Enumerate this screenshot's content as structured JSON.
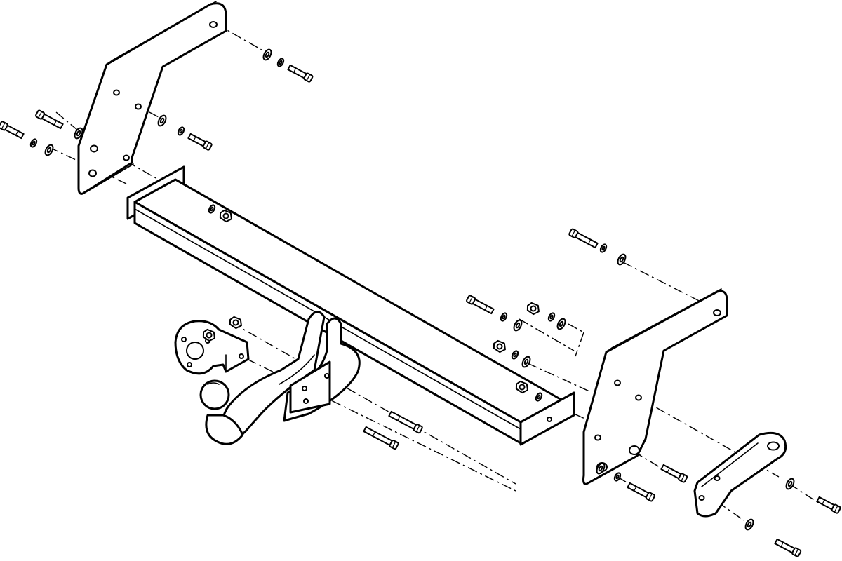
{
  "diagram": {
    "kind": "exploded-assembly",
    "colors": {
      "line": "#000000",
      "fill": "#ffffff",
      "background": "#ffffff"
    },
    "parts": [
      "left-bracket",
      "right-bracket",
      "crossbar",
      "tow-ball-arm",
      "socket-plate",
      "lower-right-bracket"
    ],
    "fastener_groups": [
      "upper-left-bolts",
      "left-bracket-bolts",
      "crossbar-nuts",
      "arm-nuts",
      "arm-bolts",
      "right-upper-bolt",
      "right-middle-hardware",
      "right-lower-bolts",
      "lower-bracket-bolts"
    ]
  }
}
